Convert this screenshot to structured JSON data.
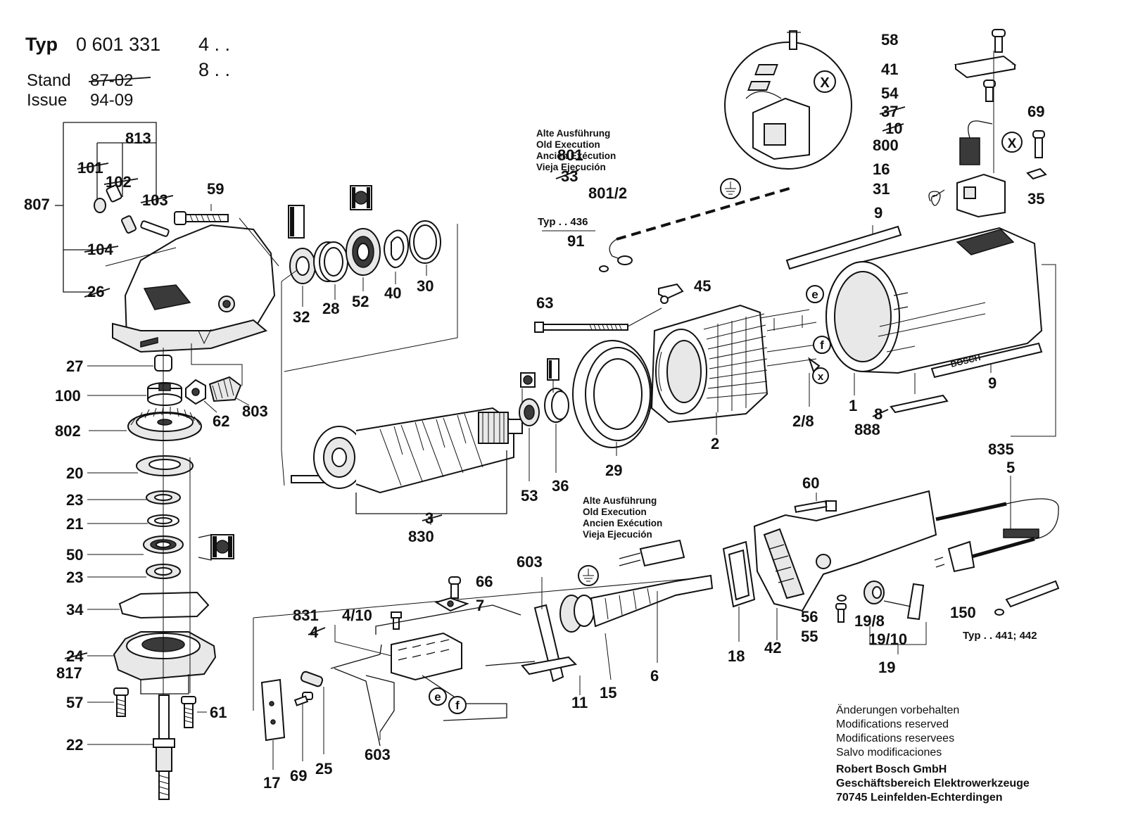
{
  "header": {
    "typ_word": "Typ",
    "typ_number": "0 601 331",
    "variant_1": "4 . .",
    "variant_2": "8 . .",
    "stand_label": "Stand",
    "stand_value": "87-02",
    "issue_label": "Issue",
    "issue_value": "94-09"
  },
  "notes": {
    "old_exec_1": [
      "Alte Ausführung",
      "Old Execution",
      "Ancien Exécution",
      "Vieja Ejecución"
    ],
    "old_exec_2": [
      "Alte Ausführung",
      "Old Execution",
      "Ancien Exécution",
      "Vieja Ejecución"
    ],
    "typ_436": "Typ . . 436",
    "typ_441": "Typ . . 441; 442",
    "brand": "BOSCH"
  },
  "markers": {
    "x": "X",
    "e": "e",
    "f": "f",
    "x_small": "x"
  },
  "footer": {
    "lines": [
      "Änderungen vorbehalten",
      "Modifications reserved",
      "Modifications reservees",
      "Salvo modificaciones"
    ],
    "company_lines": [
      "Robert Bosch GmbH",
      "Geschäftsbereich Elektrowerkzeuge",
      "70745 Leinfelden-Echterdingen"
    ]
  },
  "part_labels": {
    "p813": "813",
    "p807": "807",
    "p101": "101",
    "p102": "102",
    "p103": "103",
    "p104": "104",
    "p26": "26",
    "p59": "59",
    "p27": "27",
    "p100": "100",
    "p62": "62",
    "p803": "803",
    "p802": "802",
    "p20": "20",
    "p23a": "23",
    "p21": "21",
    "p50": "50",
    "p23b": "23",
    "p34": "34",
    "p24": "24",
    "p817": "817",
    "p57": "57",
    "p61": "61",
    "p22": "22",
    "p32": "32",
    "p28": "28",
    "p52": "52",
    "p40": "40",
    "p30": "30",
    "p801": "801",
    "p33": "33",
    "p801_2": "801/2",
    "p91": "91",
    "p58": "58",
    "p41": "41",
    "p54": "54",
    "p37": "37",
    "p10": "10",
    "p800": "800",
    "p69a": "69",
    "p16": "16",
    "p31": "31",
    "p35": "35",
    "p9a": "9",
    "p63": "63",
    "p45": "45",
    "p9b": "9",
    "p1": "1",
    "p8": "8",
    "p888": "888",
    "p2_8": "2/8",
    "p2": "2",
    "p29": "29",
    "p53": "53",
    "p36": "36",
    "p3": "3",
    "p830": "830",
    "p835": "835",
    "p5": "5",
    "p60": "60",
    "p603a": "603",
    "p66": "66",
    "p7": "7",
    "p831": "831",
    "p4": "4",
    "p4_10": "4/10",
    "p56": "56",
    "p55": "55",
    "p19_8": "19/8",
    "p19_10": "19/10",
    "p19": "19",
    "p150": "150",
    "p18": "18",
    "p42": "42",
    "p6": "6",
    "p15": "15",
    "p11": "11",
    "p603b": "603",
    "p17": "17",
    "p69b": "69",
    "p25": "25"
  }
}
